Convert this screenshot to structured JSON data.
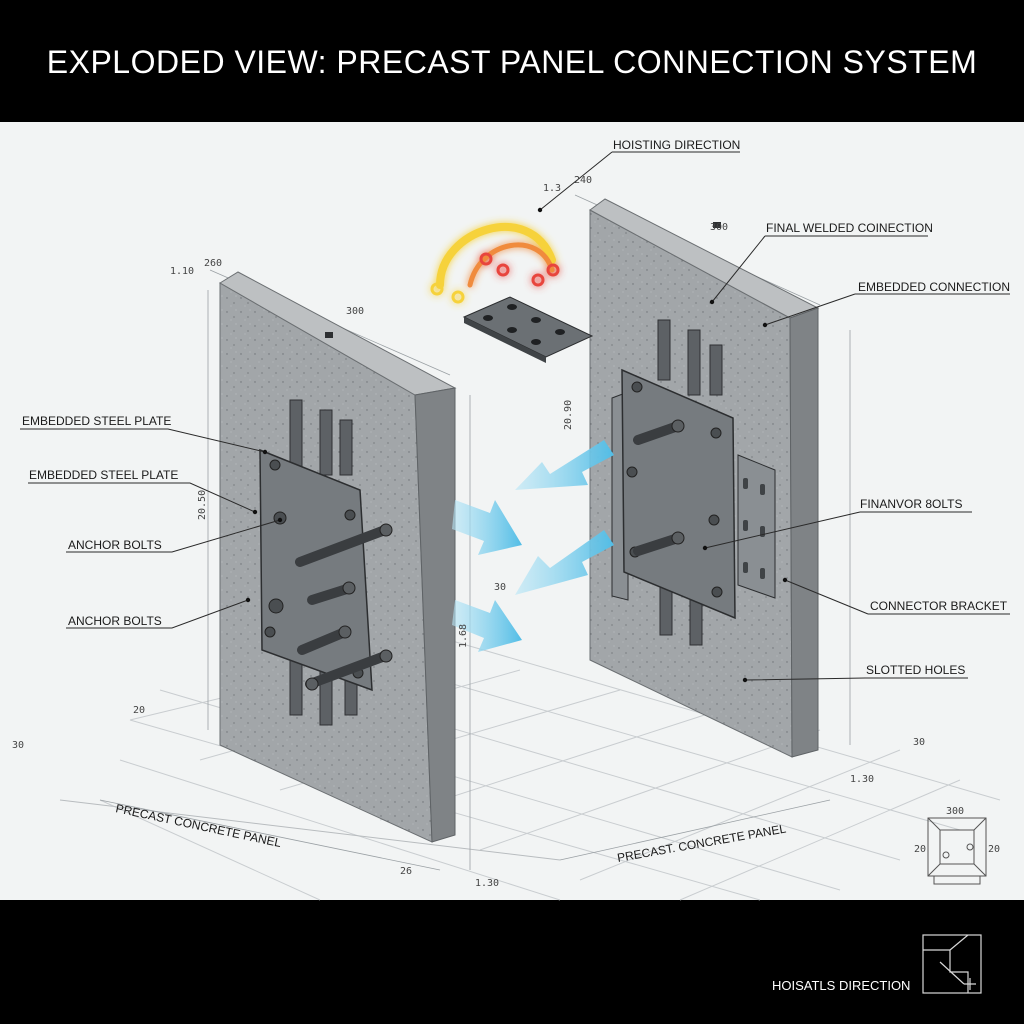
{
  "title": "EXPLODED VIEW: PRECAST PANEL CONNECTION SYSTEM",
  "colors": {
    "background": "#f2f4f4",
    "band": "#000000",
    "concrete_face": "#9fa3a6",
    "concrete_side": "#7d8184",
    "steel": "#6f7478",
    "arrow": "#7fd0ef",
    "hoist_glow": "#f4c430",
    "hoist_red": "#e8453c"
  },
  "callouts": {
    "hoisting_direction": "HOISTING DIRECTION",
    "final_welded_connection": "FINAL WELDED COINECTION",
    "embedded_connection": "EMBEDDED CONNECTION",
    "embedded_steel_plate_1": "EMBEDDED STEEL PLATE",
    "embedded_steel_plate_2": "EMBEDDED STEEL PLATE",
    "anchor_bolts_1": "ANCHOR BOLTS",
    "anchor_bolts_2": "ANCHOR BOLTS",
    "final_anchor_bolts": "FINANVOR 8OLTS",
    "connector_bracket": "CONNECTOR BRACKET",
    "slotted_holes": "SLOTTED HOLES"
  },
  "panel_labels": {
    "left_panel": "PRECAST CONCRETE PANEL",
    "right_panel": "PRECAST. CONCRETE PANEL"
  },
  "dimensions": {
    "d1": "1.10",
    "d2": "260",
    "d3": "300",
    "d4": "1.3",
    "d5": "240",
    "d6": "300",
    "d7": "20.90",
    "d8": "20.50",
    "d9": "30",
    "d10": "1.68",
    "d11": "20",
    "d12": "30",
    "d13": "26",
    "d14": "1.30",
    "d15": "30",
    "d16": "1.30",
    "d17": "300",
    "d18": "20",
    "d19": "20"
  },
  "footer": {
    "label": "HOISATLS DIRECTION"
  }
}
